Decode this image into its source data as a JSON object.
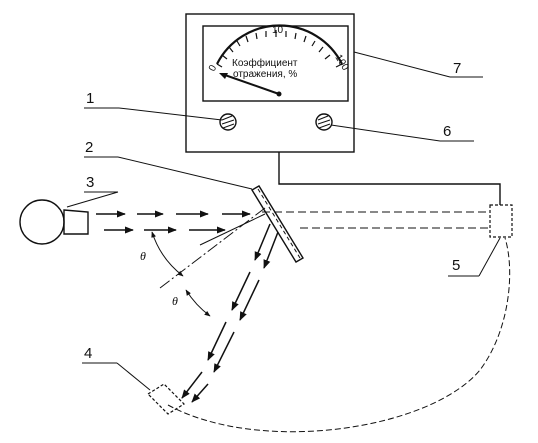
{
  "meter": {
    "scale": [
      "0",
      "10",
      "100"
    ],
    "label_line1": "Коэффициент",
    "label_line2": "отражения, %"
  },
  "symbols": {
    "angle": "θ"
  },
  "callouts": [
    "1",
    "2",
    "3",
    "4",
    "5",
    "6",
    "7"
  ]
}
